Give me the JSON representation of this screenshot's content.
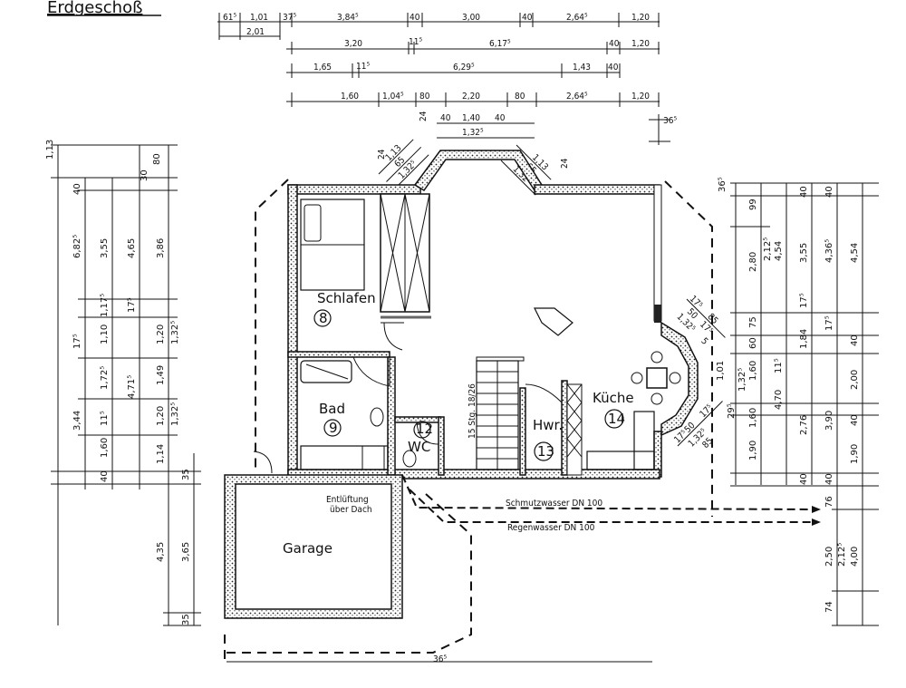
{
  "title": "Erdgeschoß",
  "rooms": {
    "schlafen": {
      "label": "Schlafen",
      "num": "8"
    },
    "bad": {
      "label": "Bad",
      "num": "9"
    },
    "wc": {
      "label": "WC",
      "num": "12"
    },
    "hwr": {
      "label": "Hwr.",
      "num": "13"
    },
    "kueche": {
      "label": "Küche",
      "num": "14"
    },
    "garage": {
      "label": "Garage"
    }
  },
  "notes": {
    "entlueftung1": "Entlüftung",
    "entlueftung2": "über Dach",
    "stairs": "15 Stg. 18/26",
    "schmutz": "Schmutzwasser DN 100",
    "regen": "Regenwasser DN 100"
  },
  "dims": {
    "row1": [
      "61⁵",
      "1,01",
      "37⁵",
      "3,84⁵",
      "40",
      "3,00",
      "40",
      "2,64⁵",
      "1,20"
    ],
    "row1b": "2,01",
    "row2": [
      "3,20",
      "11⁵",
      "6,17⁵",
      "40",
      "1,20"
    ],
    "row3": [
      "1,65",
      "11⁵",
      "6,29⁵",
      "1,43",
      "40"
    ],
    "row4": [
      "1,60",
      "1,04⁵",
      "80",
      "2,20",
      "80",
      "2,64⁵",
      "1,20"
    ],
    "side365": "36⁵",
    "bayTop": [
      "1,13",
      "65",
      "1,32⁵",
      "24",
      "24",
      "40",
      "1,40",
      "40",
      "1,32⁵",
      "1,13",
      "65",
      "1,32⁵",
      "24"
    ],
    "left": [
      "1,13",
      "40",
      "6,82⁵",
      "3,55",
      "4,65",
      "3,86",
      "30",
      "80",
      "1,17⁵",
      "17⁵",
      "1,20",
      "1,32⁵",
      "17⁵",
      "1,10",
      "1,72⁵",
      "1,49",
      "3,44",
      "11⁵",
      "4,71⁵",
      "1,20",
      "1,32⁵",
      "1,60",
      "1,14",
      "40",
      "35",
      "4,35",
      "3,65",
      "35"
    ],
    "right": [
      "36⁵",
      "99",
      "40",
      "40",
      "2,80",
      "2,12⁵",
      "4,54",
      "3,55",
      "4,36⁵",
      "4,54",
      "75",
      "60",
      "17⁵",
      "17⁵",
      "1,60",
      "1,84",
      "40",
      "11⁵",
      "4,70",
      "2,00",
      "1,60",
      "2,76",
      "3,90",
      "40",
      "1,90",
      "1,90",
      "40",
      "40",
      "76",
      "2,50",
      "2,12⁵",
      "4,00",
      "74"
    ],
    "bayRight": [
      "17⁵",
      "85",
      "50",
      "17⁵",
      "1,32⁵",
      "5",
      "1,01",
      "29⁵",
      "1,32⁵",
      "17⁵",
      "50",
      "17⁵",
      "1,32⁵",
      "85"
    ],
    "bottom": "36⁵"
  }
}
